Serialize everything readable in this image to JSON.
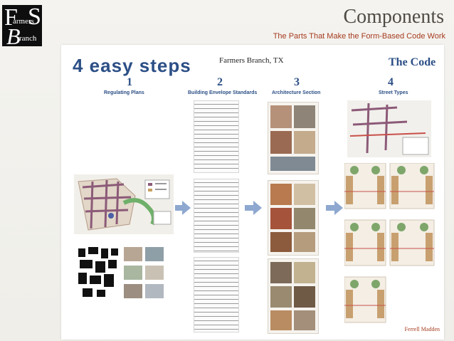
{
  "logo": {
    "big_f": "F",
    "armers": "armers",
    "big_s": "S",
    "big_b": "B",
    "ranch": "ranch"
  },
  "slide": {
    "title": "Components",
    "subtitle": "The Parts That Make the Form-Based Code Work"
  },
  "poster": {
    "heading": "4 easy steps",
    "location": "Farmers Branch, TX",
    "the_code": "The Code",
    "steps": [
      {
        "number": "1",
        "label": "Regulating Plans"
      },
      {
        "number": "2",
        "label": "Building Envelope Standards"
      },
      {
        "number": "3",
        "label": "Architecture Section"
      },
      {
        "number": "4",
        "label": "Street Types"
      }
    ],
    "credit": "Ferrell Madden"
  },
  "colors": {
    "accent_red": "#a63b1f",
    "poster_blue": "#2c4f86",
    "arrow_blue": "#8ea8cf"
  }
}
